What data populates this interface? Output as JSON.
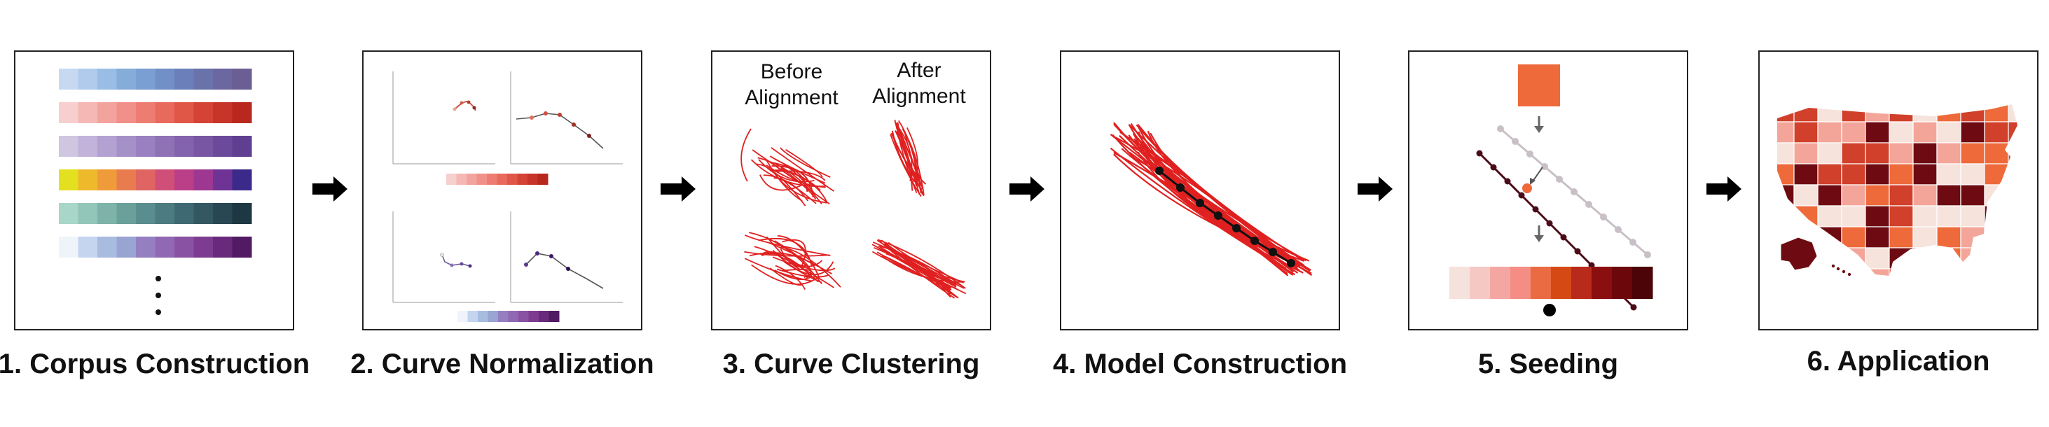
{
  "steps": [
    {
      "number": "1.",
      "title": "Corpus Construction"
    },
    {
      "number": "2.",
      "title": "Curve Normalization"
    },
    {
      "number": "3.",
      "title": "Curve Clustering"
    },
    {
      "number": "4.",
      "title": "Model Construction"
    },
    {
      "number": "5.",
      "title": "Seeding"
    },
    {
      "number": "6.",
      "title": "Application"
    }
  ],
  "clustering": {
    "before_line1": "Before",
    "before_line2": "Alignment",
    "after_line1": "After",
    "after_line2": "Alignment"
  },
  "palettes": [
    [
      "#c6d9f1",
      "#b0cbeb",
      "#99bde5",
      "#86add9",
      "#7b9fd2",
      "#7290c8",
      "#6b80ba",
      "#6a72aa",
      "#6b67a0",
      "#6a5e94"
    ],
    [
      "#f6cfce",
      "#f5b8b5",
      "#f3a39e",
      "#f09088",
      "#ed7d72",
      "#e86a5c",
      "#e05748",
      "#d44335",
      "#c73429",
      "#b8281f"
    ],
    [
      "#cfc6e2",
      "#c1b3da",
      "#b3a1d2",
      "#a690c8",
      "#9a80c0",
      "#8f71b6",
      "#8463ae",
      "#7856a4",
      "#6c4a9b",
      "#5f3f91"
    ],
    [
      "#e3e020",
      "#efb92c",
      "#f09b3a",
      "#e97c4e",
      "#df6462",
      "#cf4f78",
      "#bb3f88",
      "#9d3792",
      "#6e3394",
      "#3c2a8a"
    ],
    [
      "#a8d6c8",
      "#92c6b8",
      "#7db3a8",
      "#6aa09a",
      "#5a8d8d",
      "#4c7b80",
      "#3f6972",
      "#335862",
      "#284752",
      "#1d3842"
    ],
    [
      "#eef4fa",
      "#c5d5ef",
      "#a8bce0",
      "#9aa4d3",
      "#957fc0",
      "#9068b3",
      "#8a52a3",
      "#7e3c91",
      "#6a2a7c",
      "#521a63"
    ]
  ],
  "seeding_ramp": [
    "#f6e2dc",
    "#f6c8c4",
    "#f4a7a2",
    "#f48d84",
    "#ea6a42",
    "#d54a14",
    "#b72a1c",
    "#8c0f10",
    "#6c070c",
    "#4c0409"
  ],
  "seed_color": "#ef6a3a",
  "curve_color": "#e02020",
  "map_colors": {
    "dark": "#6e0b12",
    "mid": "#d0402a",
    "orange": "#ee6a3a",
    "light": "#f4a59a",
    "pale": "#f6e3dc"
  }
}
